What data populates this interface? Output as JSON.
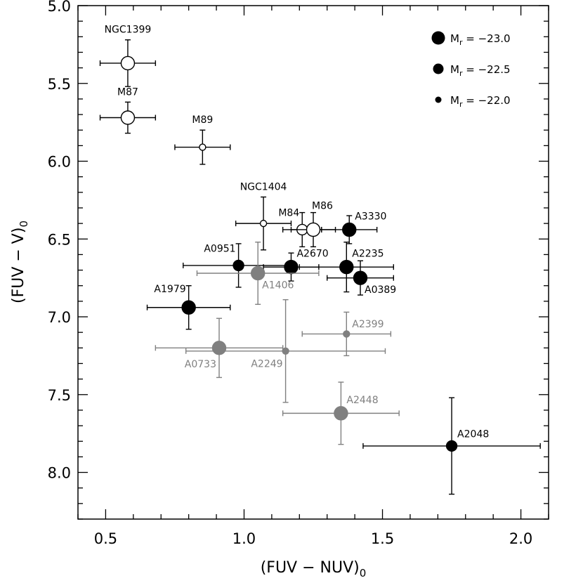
{
  "chart_data": {
    "type": "scatter",
    "xlabel": "(FUV − NUV)",
    "xlabel_subscript": "0",
    "ylabel": "(FUV − V)",
    "ylabel_subscript": "0",
    "xlim": [
      0.4,
      2.1
    ],
    "ylim": [
      8.3,
      5.0
    ],
    "y_inverted": true,
    "x_ticks": [
      0.5,
      1.0,
      1.5,
      2.0
    ],
    "x_tick_labels": [
      "0.5",
      "1.0",
      "1.5",
      "2.0"
    ],
    "y_ticks": [
      5.0,
      5.5,
      6.0,
      6.5,
      7.0,
      7.5,
      8.0
    ],
    "y_tick_labels": [
      "5.0",
      "5.5",
      "6.0",
      "6.5",
      "7.0",
      "7.5",
      "8.0"
    ],
    "grid": false,
    "legend": {
      "position": "top-right",
      "entries": [
        {
          "label": "M",
          "subscript": "r",
          "value_text": " = −23.0",
          "mag": -23.0
        },
        {
          "label": "M",
          "subscript": "r",
          "value_text": " = −22.5",
          "mag": -22.5
        },
        {
          "label": "M",
          "subscript": "r",
          "value_text": " = −22.0",
          "mag": -22.0
        }
      ]
    },
    "colors": {
      "black": "#000000",
      "gray": "#808080"
    },
    "points": [
      {
        "name": "NGC1399",
        "x": 0.58,
        "y": 5.37,
        "xerr": 0.1,
        "yerr": 0.15,
        "filled": false,
        "color": "black",
        "mag": -23.0,
        "label_pos": "top"
      },
      {
        "name": "M87",
        "x": 0.58,
        "y": 5.72,
        "xerr": 0.1,
        "yerr": 0.1,
        "filled": false,
        "color": "black",
        "mag": -23.0,
        "label_pos": "top"
      },
      {
        "name": "M89",
        "x": 0.85,
        "y": 5.91,
        "xerr": 0.1,
        "yerr": 0.11,
        "filled": false,
        "color": "black",
        "mag": -22.0,
        "label_pos": "top"
      },
      {
        "name": "NGC1404",
        "x": 1.07,
        "y": 6.4,
        "xerr": 0.1,
        "yerr": 0.17,
        "filled": false,
        "color": "black",
        "mag": -22.0,
        "label_pos": "top"
      },
      {
        "name": "M84",
        "x": 1.21,
        "y": 6.44,
        "xerr": 0.07,
        "yerr": 0.11,
        "filled": false,
        "color": "black",
        "mag": -22.5,
        "label_pos": "top-left"
      },
      {
        "name": "M86",
        "x": 1.25,
        "y": 6.44,
        "xerr": 0.08,
        "yerr": 0.11,
        "filled": false,
        "color": "black",
        "mag": -23.0,
        "label_pos": "top-right"
      },
      {
        "name": "A3330",
        "x": 1.38,
        "y": 6.44,
        "xerr": 0.1,
        "yerr": 0.09,
        "filled": true,
        "color": "black",
        "mag": -23.0,
        "label_pos": "right-up"
      },
      {
        "name": "A0951",
        "x": 0.98,
        "y": 6.67,
        "xerr": 0.2,
        "yerr": 0.14,
        "filled": true,
        "color": "black",
        "mag": -22.5,
        "label_pos": "top-left"
      },
      {
        "name": "A2670",
        "x": 1.17,
        "y": 6.68,
        "xerr": 0.1,
        "yerr": 0.09,
        "filled": true,
        "color": "black",
        "mag": -23.0,
        "label_pos": "right-up"
      },
      {
        "name": "A2235",
        "x": 1.37,
        "y": 6.68,
        "xerr": 0.17,
        "yerr": 0.16,
        "filled": true,
        "color": "black",
        "mag": -23.0,
        "label_pos": "right-up"
      },
      {
        "name": "A0389",
        "x": 1.42,
        "y": 6.75,
        "xerr": 0.12,
        "yerr": 0.11,
        "filled": true,
        "color": "black",
        "mag": -23.0,
        "label_pos": "right-down"
      },
      {
        "name": "A1979",
        "x": 0.8,
        "y": 6.94,
        "xerr": 0.15,
        "yerr": 0.14,
        "filled": true,
        "color": "black",
        "mag": -23.0,
        "label_pos": "top-left"
      },
      {
        "name": "A1406",
        "x": 1.05,
        "y": 6.72,
        "xerr": 0.22,
        "yerr": 0.2,
        "filled": true,
        "color": "gray",
        "mag": -23.0,
        "label_pos": "right-down"
      },
      {
        "name": "A2399",
        "x": 1.37,
        "y": 7.11,
        "xerr": 0.16,
        "yerr": 0.14,
        "filled": true,
        "color": "gray",
        "mag": -22.0,
        "label_pos": "right-up"
      },
      {
        "name": "A0733",
        "x": 0.91,
        "y": 7.2,
        "xerr": 0.23,
        "yerr": 0.19,
        "filled": true,
        "color": "gray",
        "mag": -23.0,
        "label_pos": "bottom-left"
      },
      {
        "name": "A2249",
        "x": 1.15,
        "y": 7.22,
        "xerr": 0.36,
        "yerr": 0.33,
        "filled": true,
        "color": "gray",
        "mag": -22.0,
        "label_pos": "bottom-left"
      },
      {
        "name": "A2448",
        "x": 1.35,
        "y": 7.62,
        "xerr": 0.21,
        "yerr": 0.2,
        "filled": true,
        "color": "gray",
        "mag": -23.0,
        "label_pos": "right-up"
      },
      {
        "name": "A2048",
        "x": 1.75,
        "y": 7.83,
        "xerr": 0.32,
        "yerr": 0.31,
        "filled": true,
        "color": "black",
        "mag": -22.5,
        "label_pos": "right-up"
      }
    ]
  }
}
